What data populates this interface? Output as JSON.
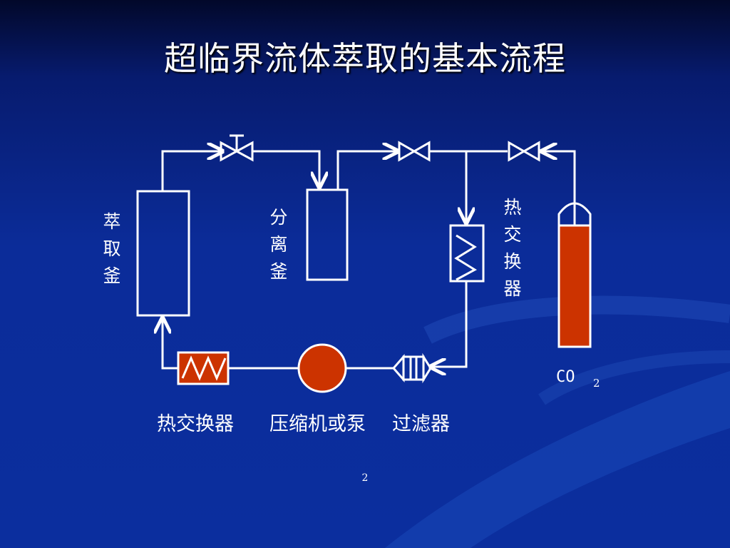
{
  "slide": {
    "title": "超临界流体萃取的基本流程",
    "page_number": "2"
  },
  "labels": {
    "extractor": "萃取釜",
    "separator": "分离釜",
    "heat_exchanger_right": "热交换器",
    "heat_exchanger_bottom": "热交换器",
    "compressor": "压缩机或泵",
    "filter": "过滤器",
    "co2_main": "CO",
    "co2_sub": "2"
  },
  "colors": {
    "line": "#ffffff",
    "equipment_fill": "#cc3300",
    "background": "#0b2c99"
  }
}
